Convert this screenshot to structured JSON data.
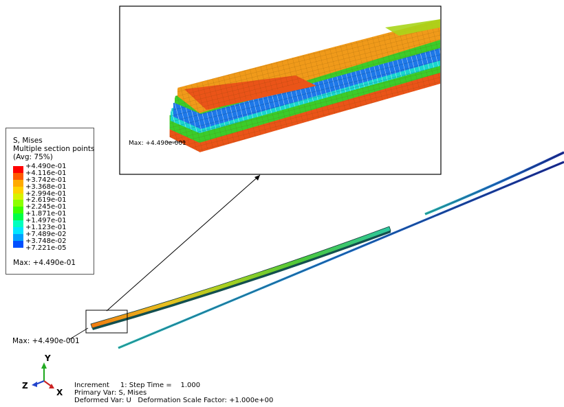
{
  "legend": {
    "title": "S, Mises",
    "subtitle": "Multiple section points",
    "averaging": "(Avg: 75%)",
    "max_label": "Max: +4.490e-01",
    "levels": [
      {
        "value": "+4.490e-01",
        "color": "#ff0000"
      },
      {
        "value": "+4.116e-01",
        "color": "#ff5a00"
      },
      {
        "value": "+3.742e-01",
        "color": "#ffaa00"
      },
      {
        "value": "+3.368e-01",
        "color": "#ffd200"
      },
      {
        "value": "+2.994e-01",
        "color": "#d7f200"
      },
      {
        "value": "+2.619e-01",
        "color": "#8cff00"
      },
      {
        "value": "+2.245e-01",
        "color": "#3cff00"
      },
      {
        "value": "+1.871e-01",
        "color": "#00ff46"
      },
      {
        "value": "+1.497e-01",
        "color": "#00ffbe"
      },
      {
        "value": "+1.123e-01",
        "color": "#00e6ff"
      },
      {
        "value": "+7.489e-02",
        "color": "#00a0ff"
      },
      {
        "value": "+3.748e-02",
        "color": "#0050ff"
      },
      {
        "value": "+7.221e-05",
        "color": "#0000ff"
      }
    ]
  },
  "annotations": {
    "zoom_max": "Max: +4.490e-001",
    "main_max": "Max: +4.490e-001"
  },
  "triad": {
    "x": "X",
    "y": "Y",
    "z": "Z"
  },
  "info": {
    "line1": "Increment     1: Step Time =    1.000",
    "line2": "Primary Var: S, Mises",
    "line3": "Deformed Var: U   Deformation Scale Factor: +1.000e+00"
  },
  "colors": {
    "orange": "#f09a1a",
    "red_orange": "#ea5418",
    "yellow_green": "#a9d51a",
    "green": "#3ccc2a",
    "cyan": "#19d6cf",
    "blue": "#1e78e8",
    "dark_blue": "#1a2a9a"
  }
}
